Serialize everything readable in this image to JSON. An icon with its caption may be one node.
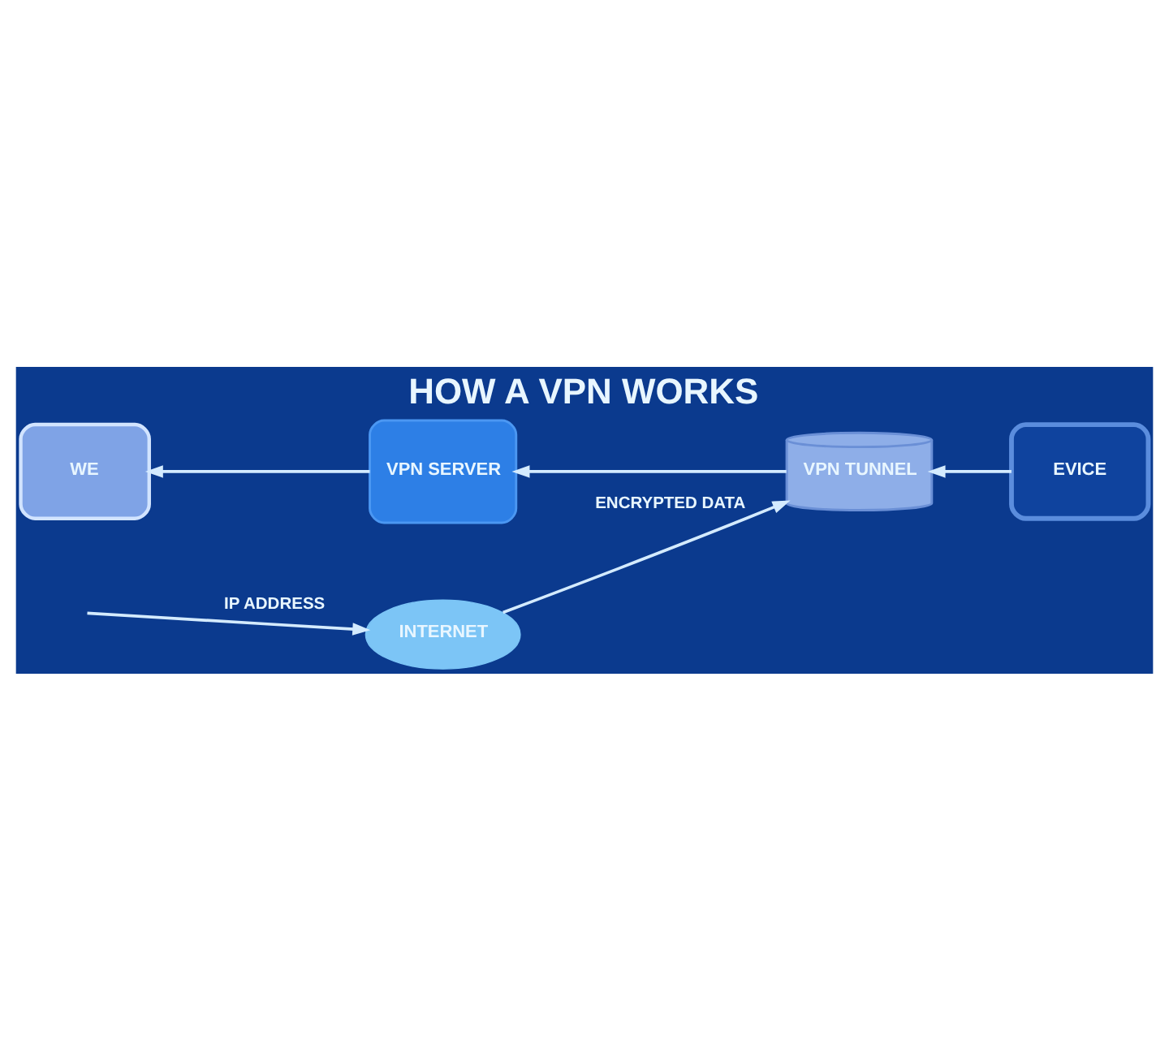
{
  "diagram": {
    "title": "HOW A VPN WORKS",
    "nodes": [
      {
        "text": [
          "WE"
        ]
      },
      {
        "text": [
          "VPN SERVER"
        ]
      },
      {
        "text": [
          "VPN TUNNEL"
        ]
      },
      {
        "text": [
          "EVICE"
        ]
      },
      {
        "text": [
          "INTERNET"
        ]
      }
    ],
    "edges": [
      {
        "from": 3,
        "to": 2,
        "arrow": "to"
      },
      {
        "from": 2,
        "to": 1,
        "arrow": "to"
      },
      {
        "from": 1,
        "to": 0,
        "arrow": "to"
      },
      {
        "from": 4,
        "to": 2,
        "arrow": "to",
        "label": "ENCRYPTED DATA"
      },
      {
        "from": null,
        "to": 4,
        "arrow": "to",
        "label": "IP ADDRESS"
      }
    ]
  }
}
